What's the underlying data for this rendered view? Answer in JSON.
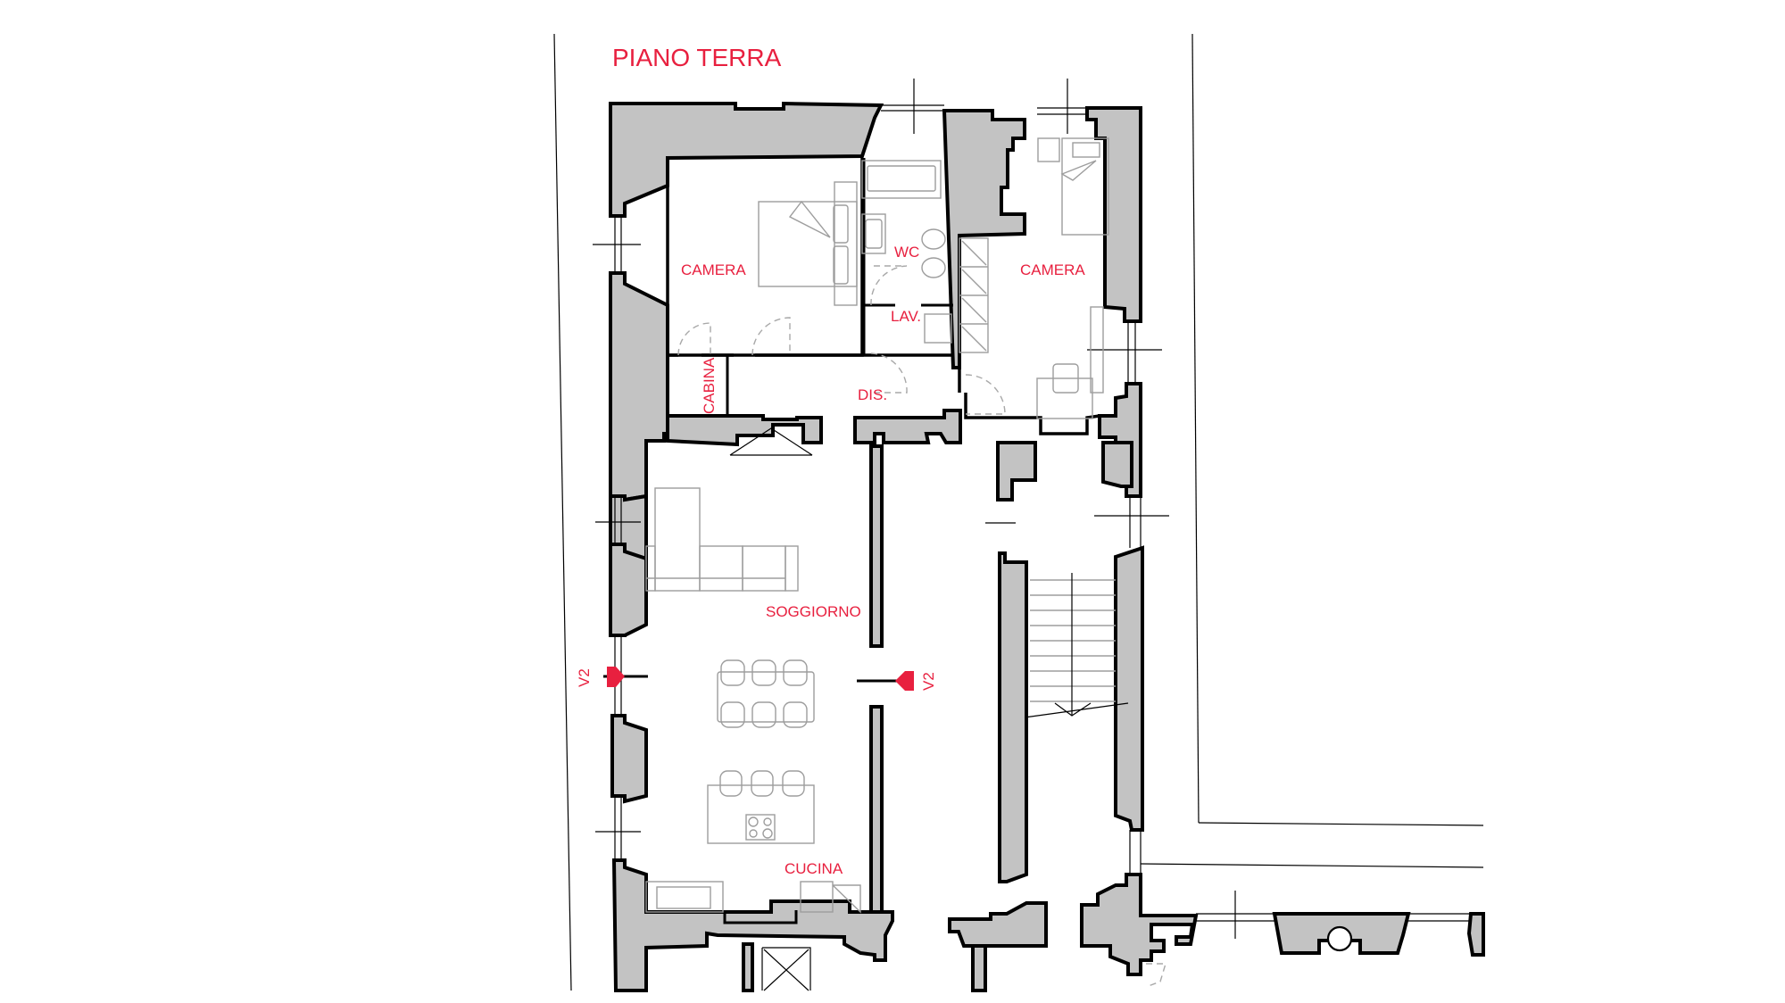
{
  "title": "PIANO TERRA",
  "colors": {
    "label": "#e8203f",
    "wall_fill": "#c3c3c3",
    "wall_stroke": "#000000",
    "furniture": "#9d9d9d",
    "background": "#ffffff"
  },
  "rooms": {
    "camera_left": "CAMERA",
    "wc": "WC",
    "camera_right": "CAMERA",
    "lav": "LAV.",
    "cabina": "CABINA",
    "dis": "DIS.",
    "soggiorno": "SOGGIORNO",
    "cucina": "CUCINA"
  },
  "section_markers": {
    "left": "V2",
    "right": "V2"
  }
}
